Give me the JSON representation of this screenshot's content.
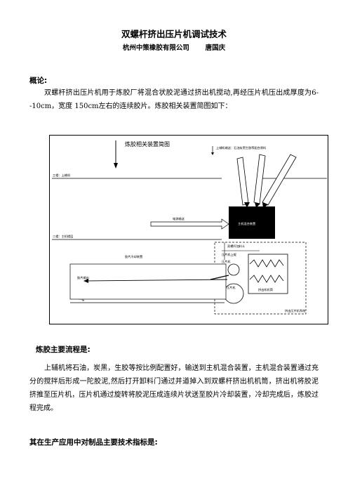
{
  "document": {
    "title": "双螺杆挤出压片机调试技术",
    "byline": "杭州中策橡胶有限公司　 唐国庆",
    "overview_heading": "概论:",
    "overview_paragraph": "双螺杆挤出压片机用于炼胶厂将混合状胶泥通过挤出机搅动,再经压片机压出成厚度为6--10cm，宽度 150cm左右的连续胶片。炼胶相关装置简图如下：",
    "flow_heading": "炼胶主要流程是:",
    "flow_paragraph": "上辅机将石油，炭黑，生胶等按比例配置好，输送到主机混合装置，主机混合装置通过充分的搅拌后形成一陀胶泥,然后打开卸料门通过并道掉入到双螺杆挤出机机筒，挤出机将胶泥挤推至压片机，压片机通过旋转将胶泥压成连续片状送至胶片冷却装置，冷却完成后，炼胶过程完成。",
    "index_heading": "其在生产应用中对制品主要技术指标是:"
  },
  "figure": {
    "title": "炼胶相关装置简图",
    "label_top": "上辅机输送：石油炭黑生胶等配合原料",
    "label_floor3": "三楼：上辅机",
    "label_floor2": "二楼：主机楼层",
    "label_floor1": "一楼",
    "label_mixer": "主机混合装置",
    "label_power": "电源输送",
    "label_cooling": "胶片冷却装置",
    "label_sheet": "胶片输出",
    "label_feed": "双螺杆加料斗",
    "label_roll_top": "压片机上辊",
    "label_roll_bottom": "压片机",
    "label_extruder": "挤出机机筒",
    "label_gearbox": "压片机",
    "label_system": "挤出压片机系统"
  }
}
